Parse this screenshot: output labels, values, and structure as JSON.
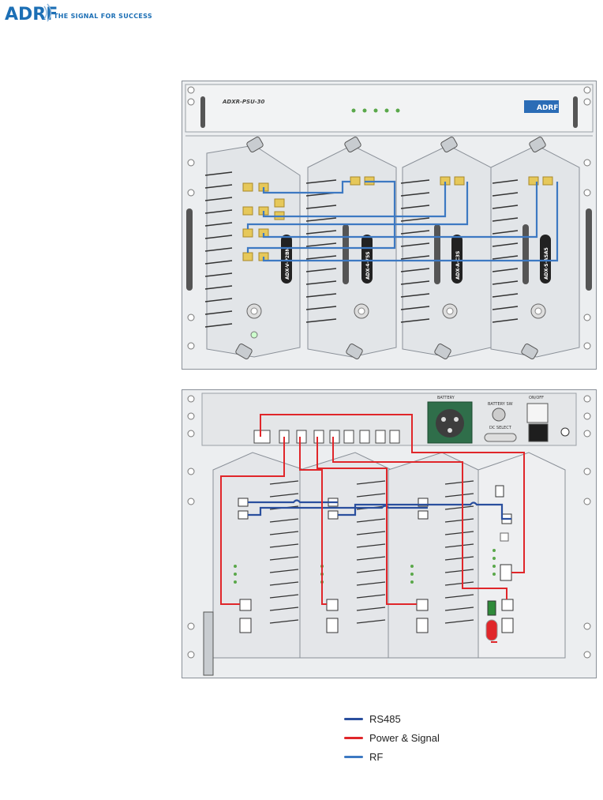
{
  "header": {
    "logo": "ADRF",
    "tagline": "THE SIGNAL FOR SUCCESS"
  },
  "diagram_top": {
    "psu_label": "ADXR-PSU-30",
    "psu_brand": "ADRF",
    "module_labels": [
      "ADX-V-P2BN",
      "ADX-4-75S",
      "ADX-A-C3S",
      "ADX-S-ASA5"
    ]
  },
  "diagram_bottom": {
    "battery_label": "BATTERY",
    "battery_sw_label": "BATTERY SW",
    "dc_select_label": "DC SELECT",
    "on_off_label": "ON/OFF"
  },
  "legend": {
    "items": [
      {
        "label": "RS485",
        "color": "#2a4f9e"
      },
      {
        "label": "Power & Signal",
        "color": "#e0262a"
      },
      {
        "label": "RF",
        "color": "#3d79c2"
      }
    ]
  },
  "colors": {
    "rs485": "#2a4f9e",
    "power": "#e0262a",
    "rf": "#3d79c2",
    "chassis": "#eceef0",
    "edge": "#8a9098"
  }
}
